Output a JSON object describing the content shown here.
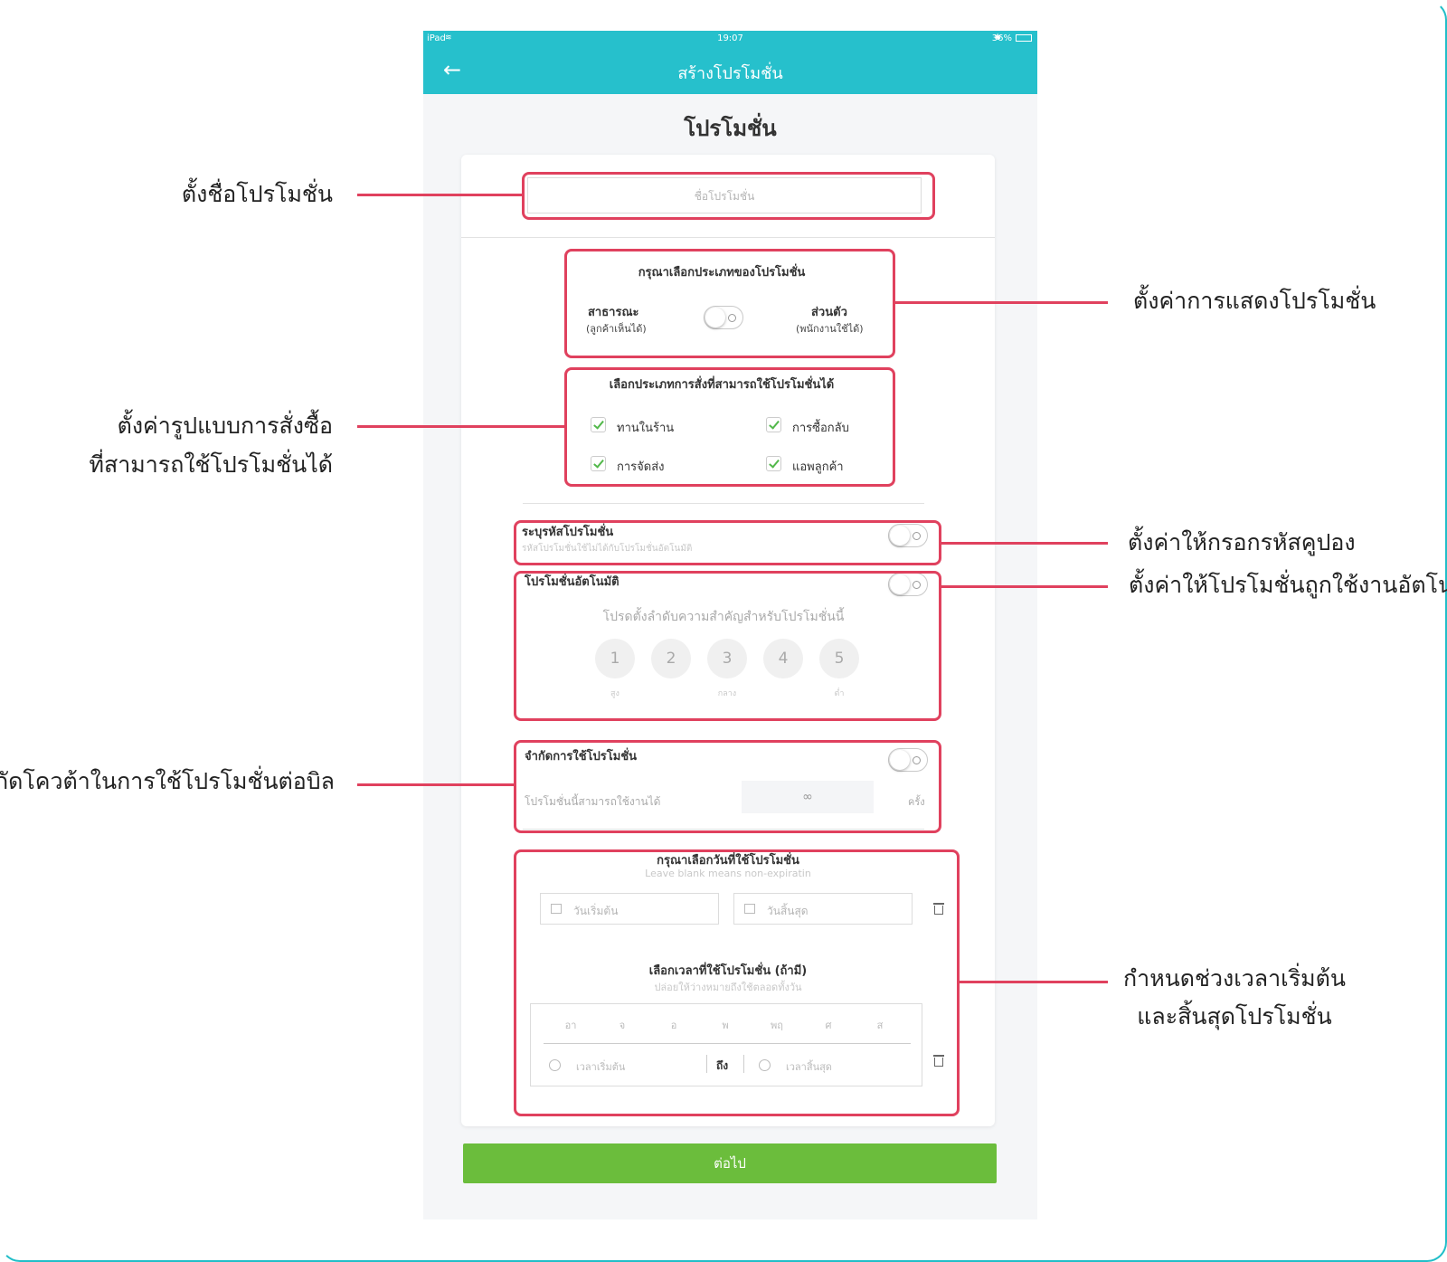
{
  "status_bar": {
    "device": "iPad",
    "time": "19:07",
    "battery": "36%"
  },
  "nav": {
    "title": "สร้างโปรโมชั่น"
  },
  "page": {
    "title": "โปรโมชั่น"
  },
  "name_field": {
    "placeholder": "ชื่อโปรโมชั่น"
  },
  "promo_type": {
    "heading": "กรุณาเลือกประเภทของโปรโมชั่น",
    "public_label": "สาธารณะ",
    "public_sub": "(ลูกค้าเห็นได้)",
    "private_label": "ส่วนตัว",
    "private_sub": "(พนักงานใช้ได้)"
  },
  "order_types": {
    "heading": "เลือกประเภทการสั่งที่สามารถใช้โปรโมชั่นได้",
    "items": [
      {
        "label": "ทานในร้าน",
        "checked": true
      },
      {
        "label": "การซื้อกลับ",
        "checked": true
      },
      {
        "label": "การจัดส่ง",
        "checked": true
      },
      {
        "label": "แอพลูกค้า",
        "checked": true
      }
    ]
  },
  "promo_code": {
    "label": "ระบุรหัสโปรโมชั่น",
    "hint": "รหัสโปรโมชั่นใช้ไม่ได้กับโปรโมชั่นอัตโนมัติ"
  },
  "auto_promo": {
    "label": "โปรโมชั่นอัตโนมัติ",
    "priority_heading": "โปรดตั้งลำดับความสำคัญสำหรับโปรโมชั่นนี้",
    "levels": [
      "1",
      "2",
      "3",
      "4",
      "5"
    ],
    "level_labels": {
      "high": "สูง",
      "mid": "กลาง",
      "low": "ต่ำ"
    }
  },
  "limit": {
    "label": "จำกัดการใช้โปรโมชั่น",
    "text": "โปรโมชั่นนี้สามารถใช้งานได้",
    "value": "∞",
    "unit": "ครั้ง"
  },
  "dates": {
    "heading": "กรุณาเลือกวันที่ใช้โปรโมชั่น",
    "hint": "Leave blank means non-expiratin",
    "start_placeholder": "วันเริ่มต้น",
    "end_placeholder": "วันสิ้นสุด"
  },
  "times": {
    "heading": "เลือกเวลาที่ใช้โปรโมชั่น (ถ้ามี)",
    "hint": "ปล่อยให้ว่างหมายถึงใช้ตลอดทั้งวัน",
    "days": [
      "อา",
      "จ",
      "อ",
      "พ",
      "พฤ",
      "ศ",
      "ส"
    ],
    "start_placeholder": "เวลาเริ่มต้น",
    "to": "ถึง",
    "end_placeholder": "เวลาสิ้นสุด"
  },
  "next_button": "ต่อไป",
  "annotations": {
    "name": "ตั้งชื่อโปรโมชั่น",
    "display": "ตั้งค่าการแสดงโปรโมชั่น",
    "order_line1": "ตั้งค่ารูปแบบการสั่งซื้อ",
    "order_line2": "ที่สามารถใช้โปรโมชั่นได้",
    "coupon": "ตั้งค่าให้กรอกรหัสคูปอง",
    "auto": "ตั้งค่าให้โปรโมชั่นถูกใช้งานอัตโนมัติ",
    "quota": "จำกัดโควต้าในการใช้โปรโมชั่นต่อบิล",
    "period_line1": "กำหนดช่วงเวลาเริ่มต้น",
    "period_line2": "และสิ้นสุดโปรโมชั่น"
  },
  "colors": {
    "header": "#26c0cc",
    "highlight": "#e0415e",
    "button": "#6bbd3c",
    "check": "#52b84a"
  }
}
